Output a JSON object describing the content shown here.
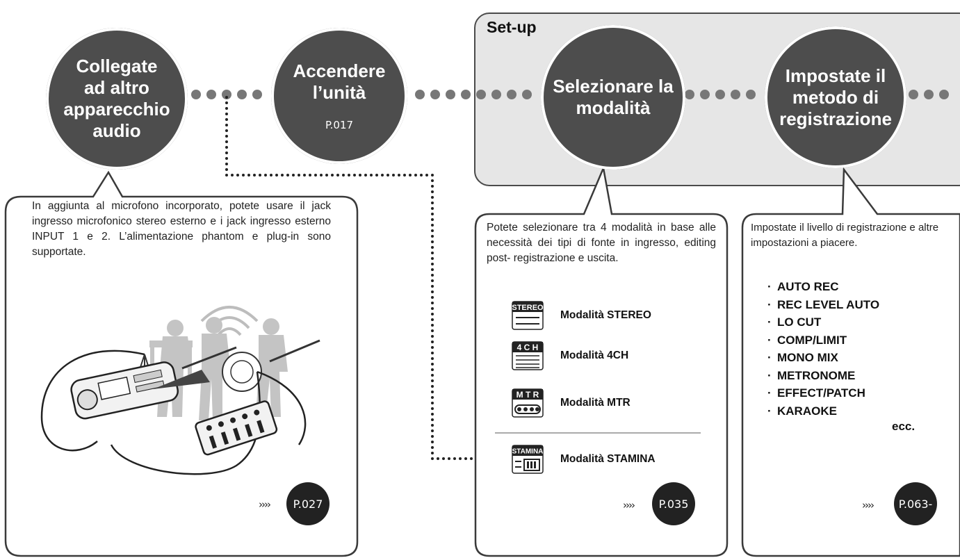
{
  "setup_label": "Set-up",
  "steps": [
    {
      "title": "Collegate\nad altro\napparecchio\naudio",
      "page": ""
    },
    {
      "title": "Accendere\nl’unità",
      "page": "P.017"
    },
    {
      "title": "Selezionare la\nmodalità",
      "page": ""
    },
    {
      "title": "Impostate il\nmetodo di\nregistrazione",
      "page": ""
    }
  ],
  "connect_box": {
    "text": "In aggiunta al microfono incorporato, potete usare il jack ingresso microfonico stereo esterno e i jack ingresso esterno INPUT 1 e 2. L’alimentazione phantom e plug-in sono supportate.",
    "arrow": "››››",
    "page": "P.027"
  },
  "mode_box": {
    "text": "Potete selezionare tra 4 modalità in base alle necessità dei tipi di fonte in ingresso, editing post- registrazione e uscita.",
    "modes": [
      {
        "icon_text": "STEREO",
        "label": "Modalità STEREO",
        "icon": "stereo-mode-icon"
      },
      {
        "icon_text": "4 C H",
        "label": "Modalità 4CH",
        "icon": "4ch-mode-icon"
      },
      {
        "icon_text": "M T R",
        "label": "Modalità MTR",
        "icon": "mtr-mode-icon"
      },
      {
        "icon_text": "STAMINA",
        "label": "Modalità STAMINA",
        "icon": "stamina-mode-icon"
      }
    ],
    "arrow": "››››",
    "page": "P.035"
  },
  "rec_box": {
    "text": "Impostate il livello di registrazione e altre impostazioni a piacere.",
    "features": [
      "AUTO REC",
      "REC LEVEL AUTO",
      "LO CUT",
      "COMP/LIMIT",
      "MONO MIX",
      "METRONOME",
      "EFFECT/PATCH",
      "KARAOKE"
    ],
    "features_suffix": "ecc.",
    "arrow": "››››",
    "page": "P.063-"
  }
}
